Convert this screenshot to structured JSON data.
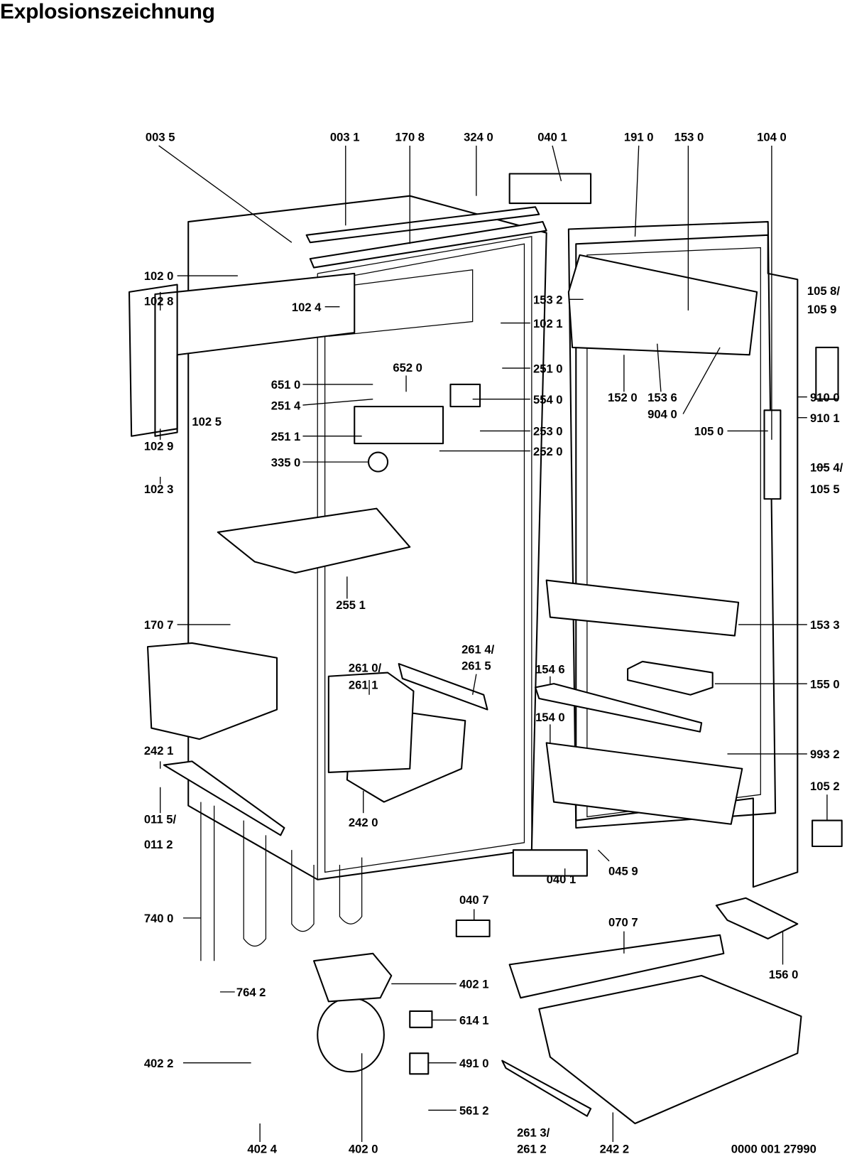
{
  "title": "Explosionszeichnung",
  "drawing_number": "0000 001 27990",
  "part_labels": [
    "003 5",
    "003 1",
    "170 8",
    "324 0",
    "040 1",
    "191 0",
    "153 0",
    "104 0",
    "102 0",
    "102 8",
    "102 4",
    "153 2",
    "102 1",
    "105 8/",
    "105 9",
    "651 0",
    "652 0",
    "251 0",
    "251 4",
    "554 0",
    "152 0",
    "153 6",
    "904 0",
    "910 0",
    "251 1",
    "253 0",
    "105 0",
    "910 1",
    "102 5",
    "102 9",
    "252 0",
    "335 0",
    "105 4/",
    "102 3",
    "105 5",
    "255 1",
    "170 7",
    "153 3",
    "261 4/",
    "261 5",
    "261 0/",
    "261 1",
    "154 6",
    "155 0",
    "154 0",
    "242 1",
    "993 2",
    "105 2",
    "011 5/",
    "011 2",
    "242 0",
    "045 9",
    "040 1",
    "740 0",
    "040 7",
    "070 7",
    "156 0",
    "764 2",
    "402 1",
    "614 1",
    "402 2",
    "491 0",
    "561 2",
    "261 3/",
    "261 2",
    "402 4",
    "402 0",
    "242 2"
  ]
}
